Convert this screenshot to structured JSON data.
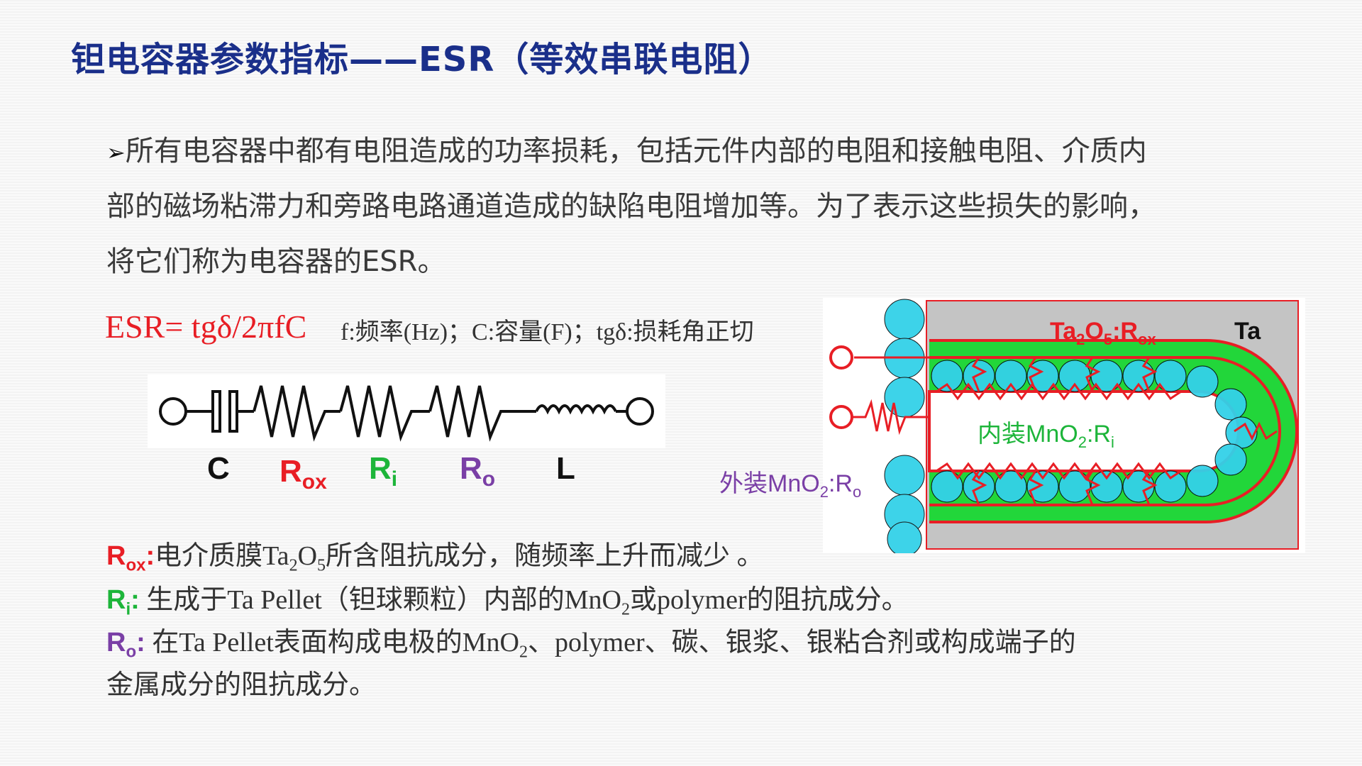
{
  "title": "钽电容器参数指标——ESR（等效串联电阻）",
  "paragraph": {
    "bullet": "➢",
    "line1": "所有电容器中都有电阻造成的功率损耗，包括元件内部的电阻和接触电阻、介质内",
    "line2": "部的磁场粘滞力和旁路电路通道造成的缺陷电阻增加等。为了表示这些损失的影响，",
    "line3": "将它们称为电容器的ESR。"
  },
  "formula": "ESR= tgδ/2πfC",
  "formula_legend": "f:频率(Hz)；C:容量(F)；tgδ:损耗角正切",
  "circuit": {
    "labels": {
      "c": "C",
      "rox_main": "R",
      "rox_sub": "ox",
      "ri_main": "R",
      "ri_sub": "i",
      "ro_main": "R",
      "ro_sub": "o",
      "l": "L"
    }
  },
  "structure": {
    "ta_label": "Ta",
    "ta2o5_a": "Ta",
    "ta2o5_b": "2",
    "ta2o5_c": "O",
    "ta2o5_d": "5",
    "ta2o5_e": ":R",
    "ta2o5_f": "ox",
    "inner_a": "内装MnO",
    "inner_b": "2",
    "inner_c": ":R",
    "inner_d": "i",
    "outer_a": "外装MnO",
    "outer_b": "2",
    "outer_c": ":R",
    "outer_d": "o"
  },
  "notes": {
    "rox_key_a": "R",
    "rox_key_b": "ox",
    "rox_key_c": ":",
    "rox_text_a": "电介质膜Ta",
    "rox_text_b": "2",
    "rox_text_c": "O",
    "rox_text_d": "5",
    "rox_text_e": "所含阻抗成分，随频率上升而减少 。",
    "ri_key_a": "R",
    "ri_key_b": "i",
    "ri_key_c": ":",
    "ri_text_a": " 生成于Ta Pellet（钽球颗粒）内部的MnO",
    "ri_text_b": "2",
    "ri_text_c": "或polymer的阻抗成分。",
    "ro_key_a": "R",
    "ro_key_b": "o",
    "ro_key_c": ":",
    "ro_text_a": " 在Ta Pellet表面构成电极的MnO",
    "ro_text_b": "2",
    "ro_text_c": "、polymer、碳、银浆、银粘合剂或构成端子的",
    "ro_text_line2": "金属成分的阻抗成分。"
  },
  "colors": {
    "title": "#1a2f8a",
    "red": "#e81e25",
    "green": "#1db53a",
    "purple": "#7a3fa6",
    "cyan": "#33d1e8"
  }
}
